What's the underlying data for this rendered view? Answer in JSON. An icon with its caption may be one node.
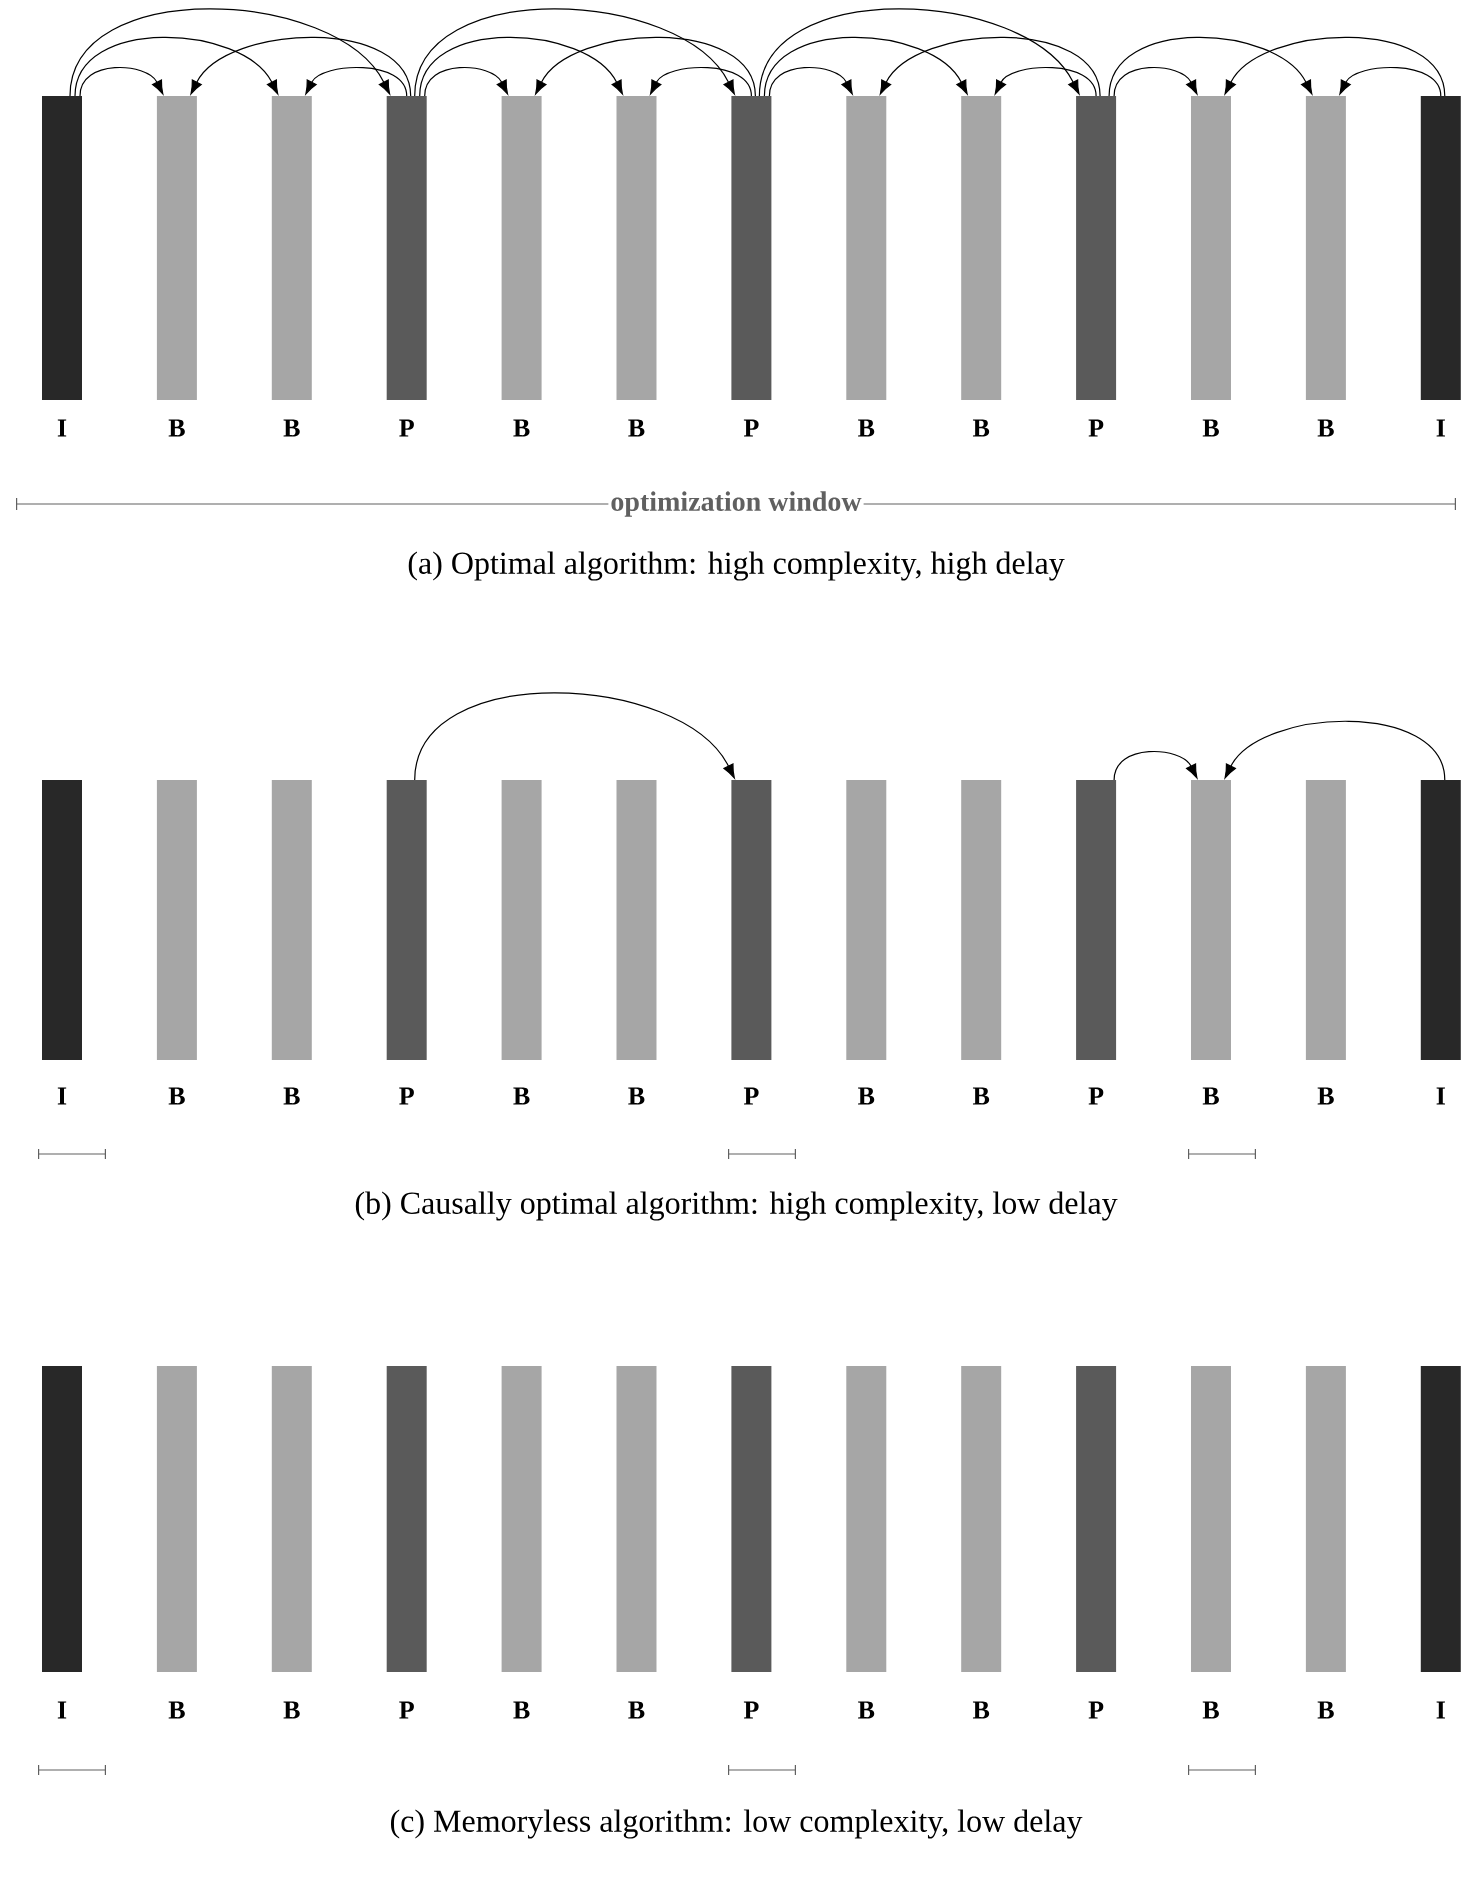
{
  "diagram": {
    "nodes": [
      {
        "text": [
          "I"
        ]
      },
      {
        "text": [
          "B"
        ]
      },
      {
        "text": [
          "B"
        ]
      },
      {
        "text": [
          "P"
        ]
      },
      {
        "text": [
          "B"
        ]
      },
      {
        "text": [
          "B"
        ]
      },
      {
        "text": [
          "P"
        ]
      },
      {
        "text": [
          "B"
        ]
      },
      {
        "text": [
          "B"
        ]
      },
      {
        "text": [
          "P"
        ]
      },
      {
        "text": [
          "B"
        ]
      },
      {
        "text": [
          "B"
        ]
      },
      {
        "text": [
          "I"
        ]
      },
      {
        "text": [
          "I"
        ]
      },
      {
        "text": [
          "B"
        ]
      },
      {
        "text": [
          "B"
        ]
      },
      {
        "text": [
          "P"
        ]
      },
      {
        "text": [
          "B"
        ]
      },
      {
        "text": [
          "B"
        ]
      },
      {
        "text": [
          "P"
        ]
      },
      {
        "text": [
          "B"
        ]
      },
      {
        "text": [
          "B"
        ]
      },
      {
        "text": [
          "P"
        ]
      },
      {
        "text": [
          "B"
        ]
      },
      {
        "text": [
          "B"
        ]
      },
      {
        "text": [
          "I"
        ]
      },
      {
        "text": [
          "I"
        ]
      },
      {
        "text": [
          "B"
        ]
      },
      {
        "text": [
          "B"
        ]
      },
      {
        "text": [
          "P"
        ]
      },
      {
        "text": [
          "B"
        ]
      },
      {
        "text": [
          "B"
        ]
      },
      {
        "text": [
          "P"
        ]
      },
      {
        "text": [
          "B"
        ]
      },
      {
        "text": [
          "B"
        ]
      },
      {
        "text": [
          "P"
        ]
      },
      {
        "text": [
          "B"
        ]
      },
      {
        "text": [
          "B"
        ]
      },
      {
        "text": [
          "I"
        ]
      }
    ],
    "edges": [
      {
        "from": 0,
        "to": 1,
        "arrow": "to"
      },
      {
        "from": 0,
        "to": 2,
        "arrow": "to"
      },
      {
        "from": 0,
        "to": 3,
        "arrow": "to"
      },
      {
        "from": 3,
        "to": 1,
        "arrow": "to"
      },
      {
        "from": 3,
        "to": 2,
        "arrow": "to"
      },
      {
        "from": 3,
        "to": 4,
        "arrow": "to"
      },
      {
        "from": 3,
        "to": 5,
        "arrow": "to"
      },
      {
        "from": 3,
        "to": 6,
        "arrow": "to"
      },
      {
        "from": 6,
        "to": 4,
        "arrow": "to"
      },
      {
        "from": 6,
        "to": 5,
        "arrow": "to"
      },
      {
        "from": 6,
        "to": 7,
        "arrow": "to"
      },
      {
        "from": 6,
        "to": 8,
        "arrow": "to"
      },
      {
        "from": 6,
        "to": 9,
        "arrow": "to"
      },
      {
        "from": 9,
        "to": 7,
        "arrow": "to"
      },
      {
        "from": 9,
        "to": 8,
        "arrow": "to"
      },
      {
        "from": 9,
        "to": 10,
        "arrow": "to"
      },
      {
        "from": 9,
        "to": 11,
        "arrow": "to"
      },
      {
        "from": 12,
        "to": 10,
        "arrow": "to"
      },
      {
        "from": 12,
        "to": 11,
        "arrow": "to"
      },
      {
        "from": 16,
        "to": 19,
        "arrow": "to"
      },
      {
        "from": 22,
        "to": 23,
        "arrow": "to"
      },
      {
        "from": 25,
        "to": 23,
        "arrow": "to"
      }
    ],
    "labels": [
      "optimization window",
      "(a) Optimal algorithm: high complexity, high delay",
      "(b) Causally optimal algorithm: high complexity, low delay",
      "(c) Memoryless algorithm: low complexity, low delay"
    ]
  }
}
